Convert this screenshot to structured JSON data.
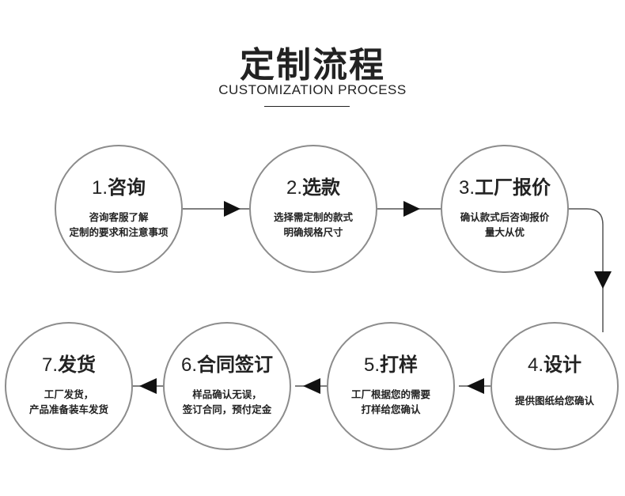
{
  "header": {
    "title": "定制流程",
    "subtitle": "CUSTOMIZATION PROCESS"
  },
  "colors": {
    "circle_border": "#8c8c8c",
    "connector": "#555555",
    "arrow": "#111111",
    "text": "#222222"
  },
  "steps": [
    {
      "number": "1.",
      "name": "咨询",
      "lines": [
        "咨询客服了解",
        "定制的要求和注意事项"
      ]
    },
    {
      "number": "2.",
      "name": "选款",
      "lines": [
        "选择需定制的款式",
        "明确规格尺寸"
      ]
    },
    {
      "number": "3.",
      "name": "工厂报价",
      "lines": [
        "确认款式后咨询报价",
        "量大从优"
      ]
    },
    {
      "number": "4.",
      "name": "设计",
      "lines": [
        "提供图纸给您确认"
      ]
    },
    {
      "number": "5.",
      "name": "打样",
      "lines": [
        "工厂根据您的需要",
        "打样给您确认"
      ]
    },
    {
      "number": "6.",
      "name": "合同签订",
      "lines": [
        "样品确认无误，",
        "签订合同，预付定金"
      ]
    },
    {
      "number": "7.",
      "name": "发货",
      "lines": [
        "工厂发货，",
        "产品准备装车发货"
      ]
    }
  ]
}
